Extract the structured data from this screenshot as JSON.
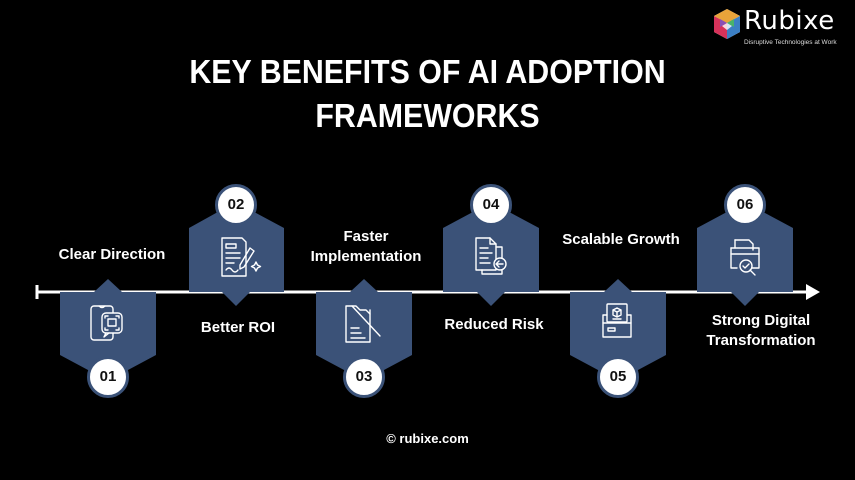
{
  "title": {
    "line1": "KEY BENEFITS OF AI ADOPTION",
    "line2": "FRAMEWORKS"
  },
  "logo": {
    "name": "Rubixe",
    "tagline": "Disruptive Technologies at Work"
  },
  "colors": {
    "background": "#000000",
    "shape_fill": "#3b5278",
    "timeline": "#ffffff",
    "text": "#ffffff"
  },
  "steps": [
    {
      "number": "01",
      "label": "Clear Direction",
      "icon": "face-scan-phone-icon",
      "position": "below"
    },
    {
      "number": "02",
      "label": "Better ROI",
      "icon": "document-sign-icon",
      "position": "above"
    },
    {
      "number": "03",
      "label": "Faster Implementation",
      "icon": "document-fold-icon",
      "position": "below"
    },
    {
      "number": "04",
      "label": "Reduced Risk",
      "icon": "document-return-icon",
      "position": "above"
    },
    {
      "number": "05",
      "label": "Scalable Growth",
      "icon": "folder-box-icon",
      "position": "below"
    },
    {
      "number": "06",
      "label": "Strong Digital Transformation",
      "icon": "folder-search-icon",
      "position": "above"
    }
  ],
  "labels_multiline": {
    "step3_line1": "Faster",
    "step3_line2": "Implementation",
    "step6_line1": "Strong Digital",
    "step6_line2": "Transformation"
  },
  "footer": {
    "copyright_symbol": "©",
    "site": "rubixe.com"
  }
}
